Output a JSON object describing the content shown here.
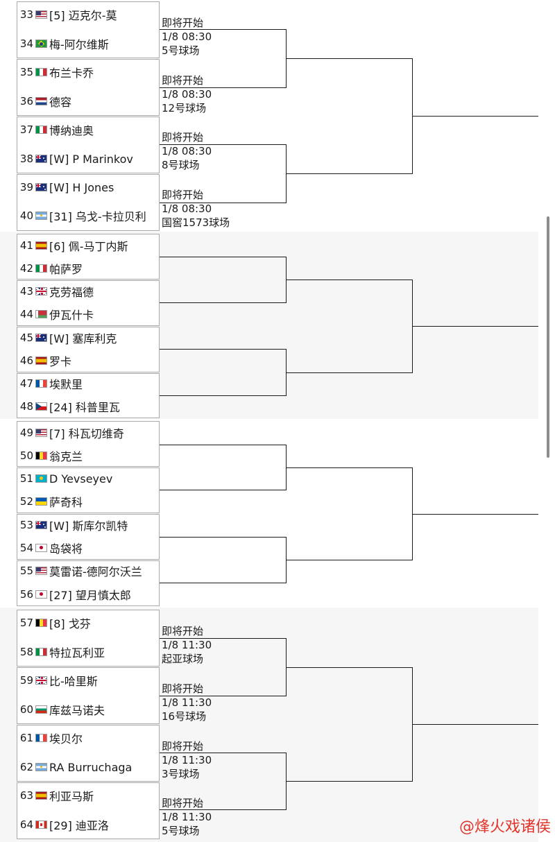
{
  "players": [
    {
      "num": "33",
      "flag": "usa",
      "name": "[5] 迈克尔-莫"
    },
    {
      "num": "34",
      "flag": "bra",
      "name": "梅-阿尔维斯"
    },
    {
      "num": "35",
      "flag": "ita",
      "name": "布兰卡乔"
    },
    {
      "num": "36",
      "flag": "ned",
      "name": "德容"
    },
    {
      "num": "37",
      "flag": "ita",
      "name": "博纳迪奥"
    },
    {
      "num": "38",
      "flag": "aus",
      "name": "[W] P Marinkov"
    },
    {
      "num": "39",
      "flag": "aus",
      "name": "[W] H Jones"
    },
    {
      "num": "40",
      "flag": "arg",
      "name": "[31] 乌戈-卡拉贝利"
    },
    {
      "num": "41",
      "flag": "esp",
      "name": "[6] 佩-马丁内斯"
    },
    {
      "num": "42",
      "flag": "ita",
      "name": "帕萨罗"
    },
    {
      "num": "43",
      "flag": "gbr",
      "name": "克劳福德"
    },
    {
      "num": "44",
      "flag": "blr",
      "name": "伊瓦什卡"
    },
    {
      "num": "45",
      "flag": "aus",
      "name": "[W] 塞库利克"
    },
    {
      "num": "46",
      "flag": "esp",
      "name": "罗卡"
    },
    {
      "num": "47",
      "flag": "fra",
      "name": "埃默里"
    },
    {
      "num": "48",
      "flag": "cze",
      "name": "[24] 科普里瓦"
    },
    {
      "num": "49",
      "flag": "usa",
      "name": "[7] 科瓦切维奇"
    },
    {
      "num": "50",
      "flag": "bel",
      "name": "翁克兰"
    },
    {
      "num": "51",
      "flag": "kaz",
      "name": "D Yevseyev"
    },
    {
      "num": "52",
      "flag": "ukr",
      "name": "萨奇科"
    },
    {
      "num": "53",
      "flag": "aus",
      "name": "[W] 斯库尔凯特"
    },
    {
      "num": "54",
      "flag": "jpn",
      "name": "岛袋将"
    },
    {
      "num": "55",
      "flag": "usa",
      "name": "莫雷诺-德阿尔沃兰"
    },
    {
      "num": "56",
      "flag": "jpn",
      "name": "[27] 望月慎太郎"
    },
    {
      "num": "57",
      "flag": "bel",
      "name": "[8] 戈芬"
    },
    {
      "num": "58",
      "flag": "ita",
      "name": "特拉瓦利亚"
    },
    {
      "num": "59",
      "flag": "gbr",
      "name": "比-哈里斯"
    },
    {
      "num": "60",
      "flag": "bul",
      "name": "库兹马诺夫"
    },
    {
      "num": "61",
      "flag": "fra",
      "name": "埃贝尔"
    },
    {
      "num": "62",
      "flag": "arg",
      "name": "RA Burruchaga"
    },
    {
      "num": "63",
      "flag": "esp",
      "name": "利亚马斯"
    },
    {
      "num": "64",
      "flag": "can",
      "name": "[29] 迪亚洛"
    }
  ],
  "matches": [
    {
      "status": "即将开始",
      "time": "1/8 08:30",
      "court": "5号球场"
    },
    {
      "status": "即将开始",
      "time": "1/8 08:30",
      "court": "12号球场"
    },
    {
      "status": "即将开始",
      "time": "1/8 08:30",
      "court": "8号球场"
    },
    {
      "status": "即将开始",
      "time": "1/8 08:30",
      "court": "国窖1573球场"
    },
    {
      "status": "即将开始",
      "time": "1/8 11:30",
      "court": "起亚球场"
    },
    {
      "status": "即将开始",
      "time": "1/8 11:30",
      "court": "16号球场"
    },
    {
      "status": "即将开始",
      "time": "1/8 11:30",
      "court": "3号球场"
    },
    {
      "status": "即将开始",
      "time": "1/8 11:30",
      "court": "5号球场"
    }
  ],
  "watermark": "@烽火戏诸侯"
}
